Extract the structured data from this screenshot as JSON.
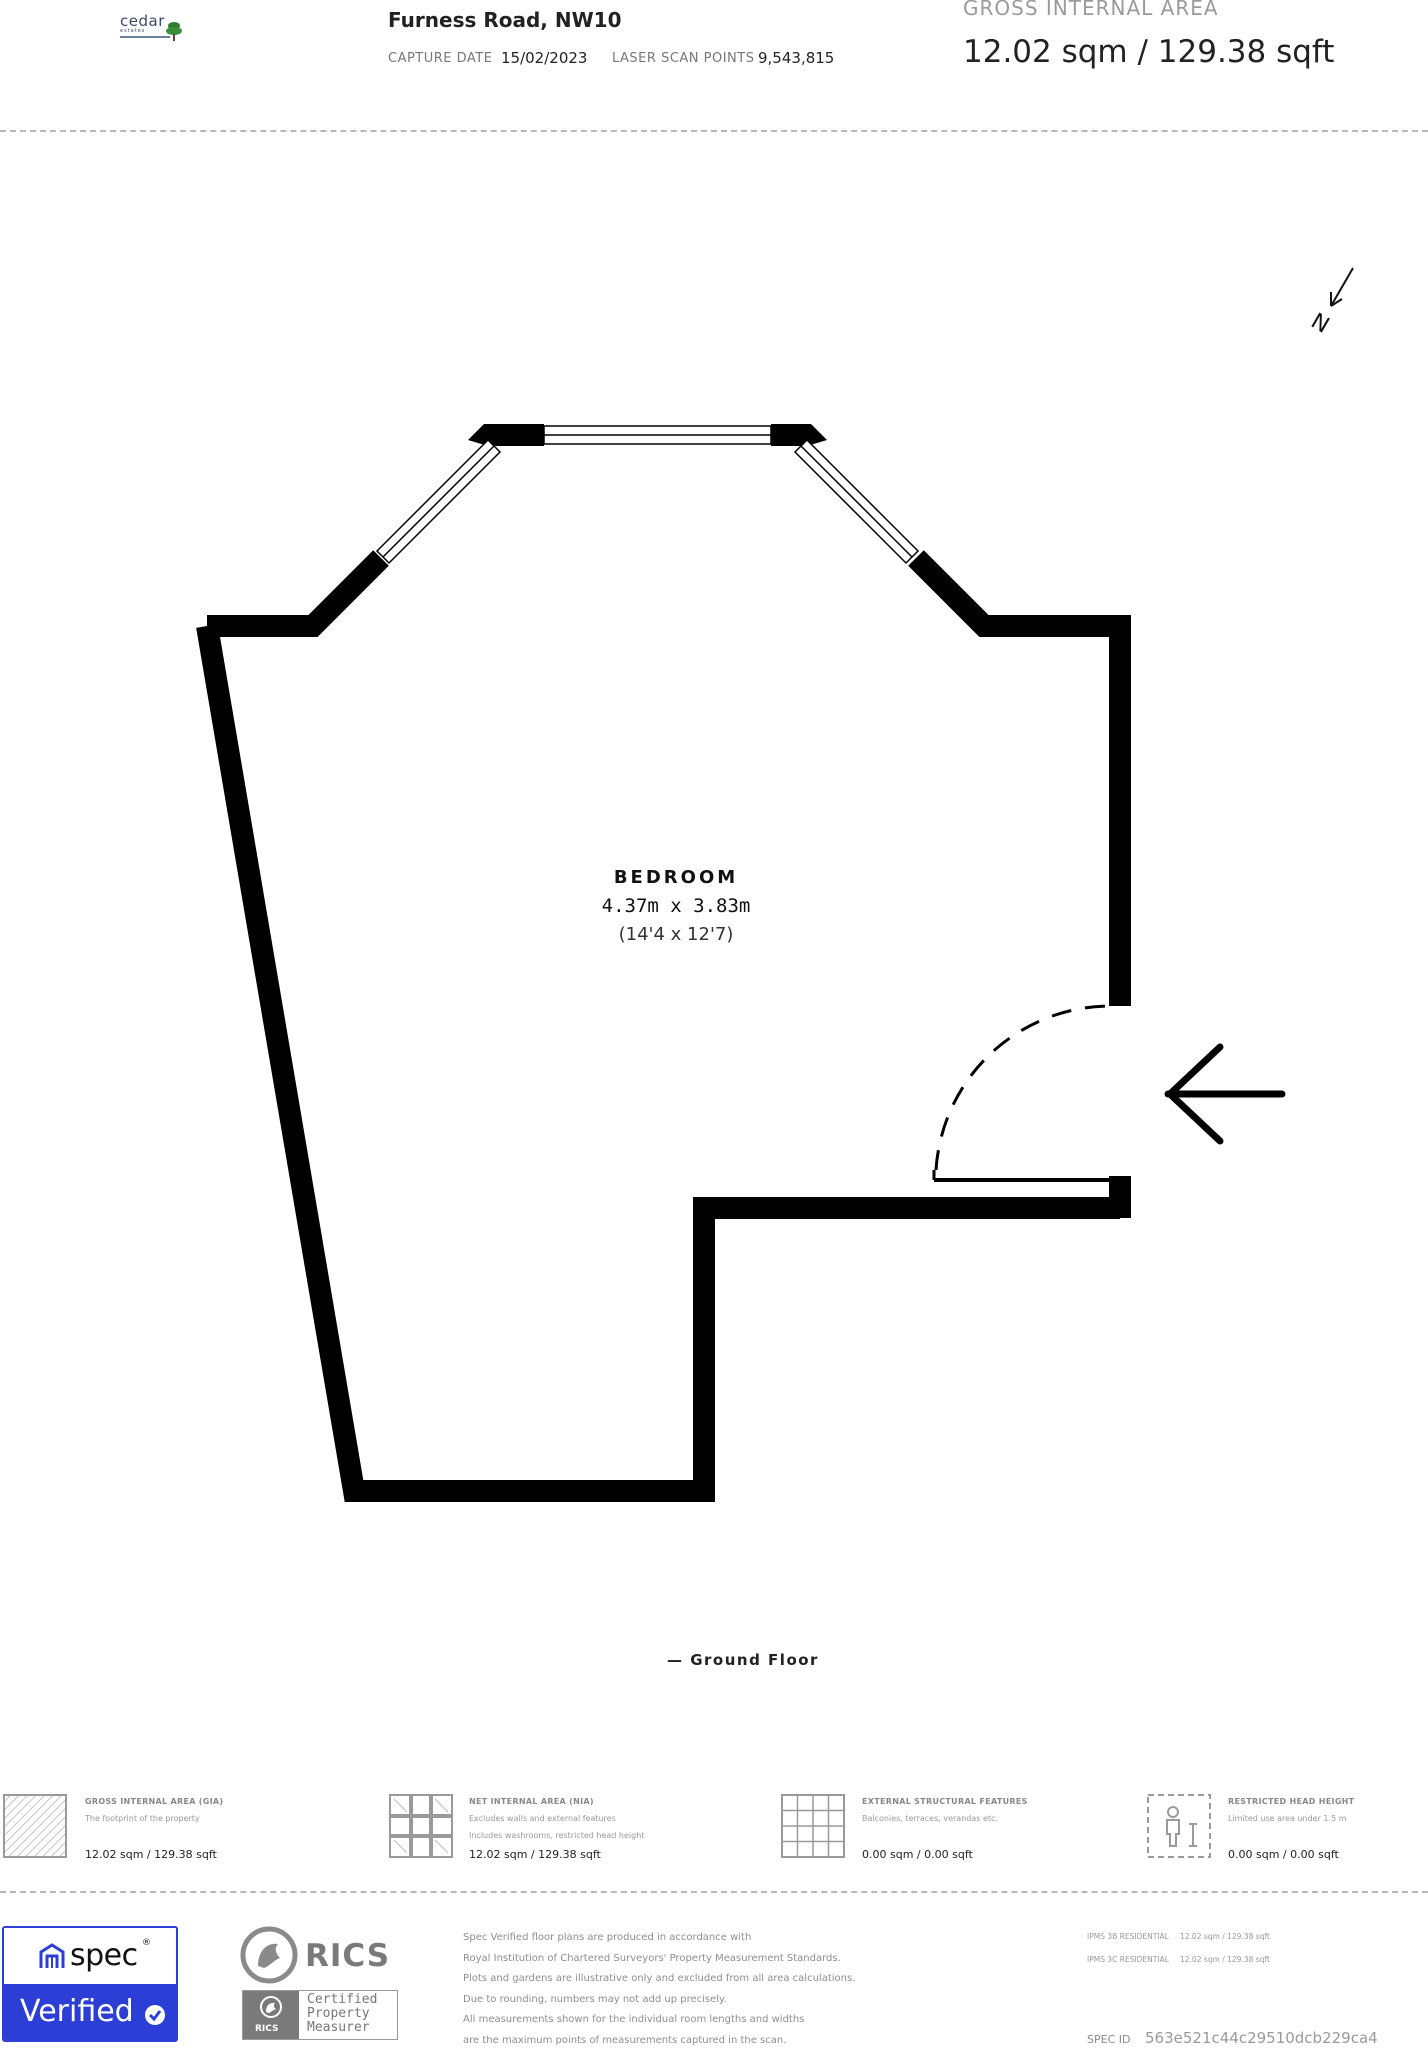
{
  "header": {
    "brand": {
      "name": "cedar",
      "sub": "estates"
    },
    "address": "Furness Road, NW10",
    "capture_date_label": "CAPTURE DATE",
    "capture_date": "15/02/2023",
    "laser_label": "LASER SCAN POINTS",
    "laser_points": "9,543,815",
    "gia_title": "GROSS INTERNAL AREA",
    "gia_value": "12.02 sqm / 129.38 sqft"
  },
  "plan": {
    "room": {
      "name": "BEDROOM",
      "metric": "4.37m x 3.83m",
      "imperial": "(14'4 x 12'7)"
    },
    "compass_label": "N",
    "entrance_icon": "arrow-left-icon",
    "floor_label": "— Ground Floor"
  },
  "legend": [
    {
      "title": "GROSS INTERNAL AREA (GIA)",
      "desc": [
        "The footprint of the property"
      ],
      "value": "12.02 sqm / 129.38 sqft",
      "icon": "gia-hatch-icon"
    },
    {
      "title": "NET INTERNAL AREA (NIA)",
      "desc": [
        "Excludes walls and external features",
        "Includes washrooms, restricted head height"
      ],
      "value": "12.02 sqm / 129.38 sqft",
      "icon": "nia-plan-icon"
    },
    {
      "title": "EXTERNAL STRUCTURAL FEATURES",
      "desc": [
        "Balconies, terraces, verandas etc."
      ],
      "value": "0.00 sqm / 0.00 sqft",
      "icon": "grid-icon"
    },
    {
      "title": "RESTRICTED HEAD HEIGHT",
      "desc": [
        "Limited use area under 1.5 m"
      ],
      "value": "0.00 sqm / 0.00 sqft",
      "icon": "head-height-icon"
    }
  ],
  "footer": {
    "spec_word": "spec",
    "verified": "Verified",
    "rics": "RICS",
    "rics_small": "RICS",
    "rics_cert": [
      "Certified",
      "Property",
      "Measurer"
    ],
    "disclaimer": [
      "Spec Verified floor plans are produced in accordance with",
      "Royal Institution of Chartered Surveyors' Property Measurement Standards.",
      "Plots and gardens are illustrative only and excluded from all area calculations.",
      "Due to rounding, numbers may not add up precisely.",
      "All measurements shown for the individual room lengths and widths",
      "are the maximum points of measurements captured in the scan."
    ],
    "ipms": [
      {
        "label": "IPMS 3B RESIDENTIAL",
        "value": "12.02 sqm / 129.38 sqft"
      },
      {
        "label": "IPMS 3C RESIDENTIAL",
        "value": "12.02 sqm / 129.38 sqft"
      }
    ],
    "spec_id_label": "SPEC ID",
    "spec_id": "563e521c44c29510dcb229ca4"
  }
}
